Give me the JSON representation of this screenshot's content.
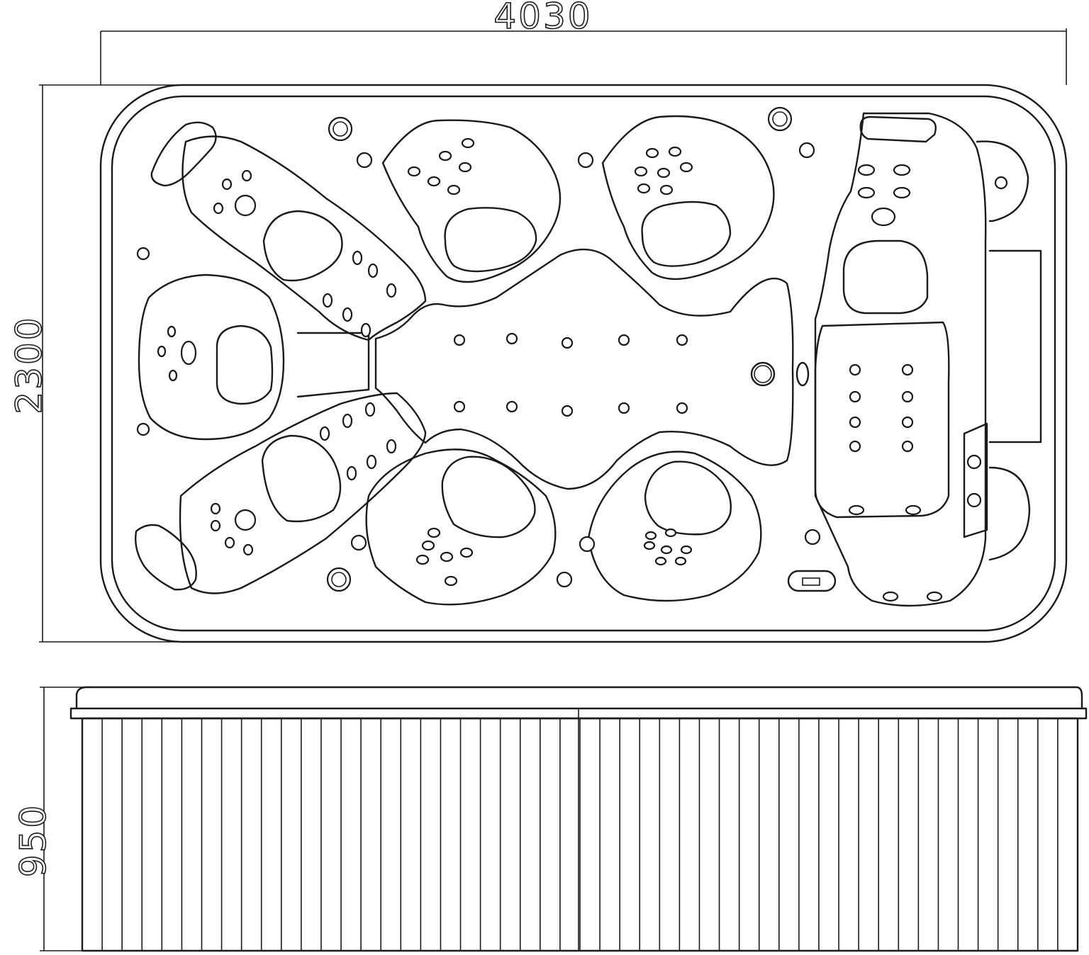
{
  "title": "",
  "top_view": {
    "length_label": "4030",
    "width_label": "2300"
  },
  "side_view": {
    "height_label": "950",
    "panel_count": 50
  },
  "colors": {
    "line": "#1a1a1a",
    "background": "#ffffff"
  }
}
